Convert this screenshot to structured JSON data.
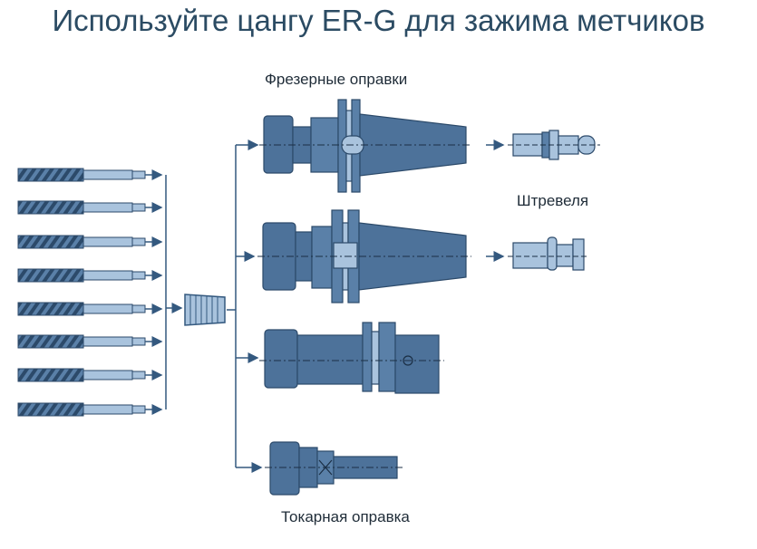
{
  "title": "Используйте цангу ER-G для зажима метчиков",
  "labels": {
    "milling_holders": "Фрезерные оправки",
    "pull_studs": "Штревеля",
    "turning_holder": "Токарная оправка"
  },
  "colors": {
    "tool_dark": "#34597f",
    "tool_mid": "#5a80a8",
    "tool_light": "#a9c3dd",
    "line": "#34597f"
  },
  "items": {
    "taps_count": 8,
    "collet": "er-g-collet",
    "holders": [
      "milling-holder-1",
      "milling-holder-2",
      "hsk-holder",
      "turning-holder"
    ],
    "pull_studs": [
      "pull-stud-1",
      "pull-stud-2"
    ]
  }
}
